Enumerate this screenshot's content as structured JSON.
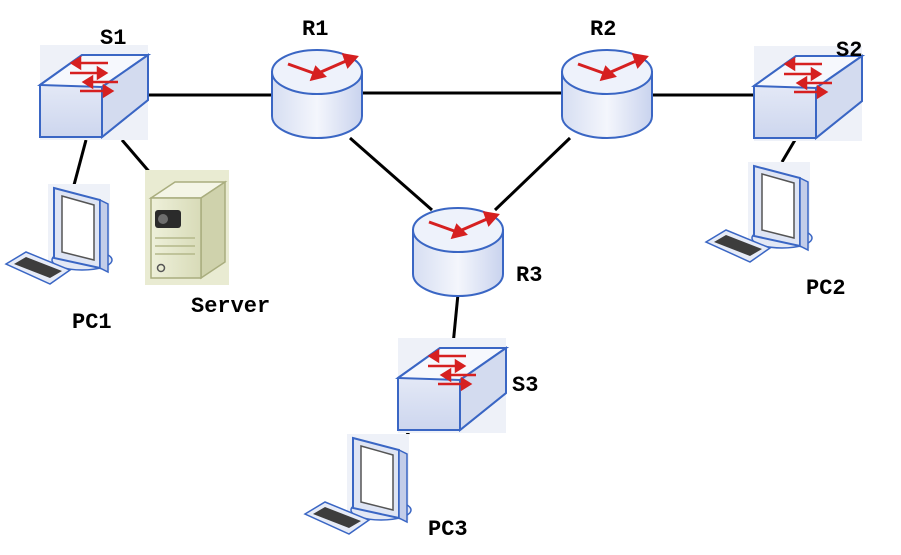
{
  "diagram": {
    "nodes": {
      "s1": {
        "label": "S1",
        "type": "switch"
      },
      "s2": {
        "label": "S2",
        "type": "switch"
      },
      "s3": {
        "label": "S3",
        "type": "switch"
      },
      "r1": {
        "label": "R1",
        "type": "router"
      },
      "r2": {
        "label": "R2",
        "type": "router"
      },
      "r3": {
        "label": "R3",
        "type": "router"
      },
      "pc1": {
        "label": "PC1",
        "type": "pc"
      },
      "pc2": {
        "label": "PC2",
        "type": "pc"
      },
      "pc3": {
        "label": "PC3",
        "type": "pc"
      },
      "server": {
        "label": "Server",
        "type": "server"
      }
    },
    "links": [
      [
        "s1",
        "r1"
      ],
      [
        "r1",
        "r2"
      ],
      [
        "r2",
        "s2"
      ],
      [
        "r1",
        "r3"
      ],
      [
        "r2",
        "r3"
      ],
      [
        "r3",
        "s3"
      ],
      [
        "s1",
        "pc1"
      ],
      [
        "s1",
        "server"
      ],
      [
        "s2",
        "pc2"
      ],
      [
        "s3",
        "pc3"
      ]
    ],
    "colors": {
      "device_outline": "#3a66c4",
      "device_fill": "#e6ecf8",
      "arrow": "#d62020",
      "link": "#000000",
      "server_body": "#e9ebd2"
    }
  }
}
